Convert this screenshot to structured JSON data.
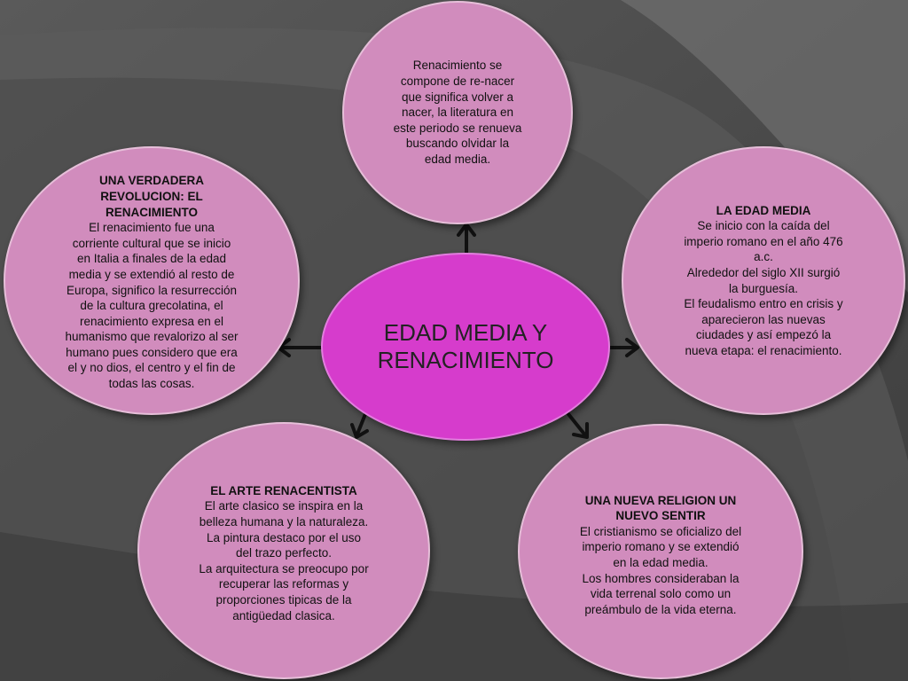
{
  "center": {
    "lines": [
      "EDAD MEDIA Y",
      "RENACIMIENTO"
    ]
  },
  "top": {
    "lines": [
      "Renacimiento  se",
      "compone de re-nacer",
      "que significa volver a",
      "nacer, la literatura en",
      "este periodo se renueva",
      "buscando olvidar la",
      "edad media."
    ]
  },
  "left": {
    "heading": [
      "UNA VERDADERA",
      "REVOLUCION: EL",
      "RENACIMIENTO"
    ],
    "lines": [
      "El renacimiento fue una",
      "corriente cultural que se inicio",
      "en Italia a finales de la edad",
      "media y se extendió al resto de",
      "Europa, significo la resurrección",
      "de la cultura grecolatina, el",
      "renacimiento expresa en el",
      "humanismo que revalorizo al ser",
      "humano pues considero que era",
      "el y no dios, el centro y el fin de",
      "todas las cosas."
    ]
  },
  "right": {
    "heading": [
      "LA EDAD MEDIA"
    ],
    "lines": [
      "Se inicio con la caída del",
      "imperio romano en el año 476",
      "a.c.",
      "Alrededor del siglo XII surgió",
      "la burguesía.",
      "El feudalismo entro en crisis y",
      "aparecieron las nuevas",
      "ciudades y así empezó  la",
      "nueva etapa: el renacimiento."
    ]
  },
  "bottom_left": {
    "heading": [
      "EL ARTE RENACENTISTA"
    ],
    "lines": [
      "El arte clasico se inspira en la",
      "belleza humana y la naturaleza.",
      "La pintura destaco  por el uso",
      "del trazo perfecto.",
      "La arquitectura se preocupo por",
      "recuperar las reformas y",
      "proporciones tipicas de la",
      "antigüedad clasica."
    ]
  },
  "bottom_right": {
    "heading": [
      "UNA NUEVA RELIGION UN",
      "NUEVO SENTIR"
    ],
    "lines": [
      "El cristianismo se oficializo del",
      "imperio romano y se extendió",
      "en la edad media.",
      "Los hombres consideraban la",
      "vida terrenal solo como un",
      "preámbulo de la vida eterna."
    ]
  },
  "colors": {
    "bubble": "#d18cbd",
    "center": "#d63ccc",
    "arrow": "#111111"
  }
}
